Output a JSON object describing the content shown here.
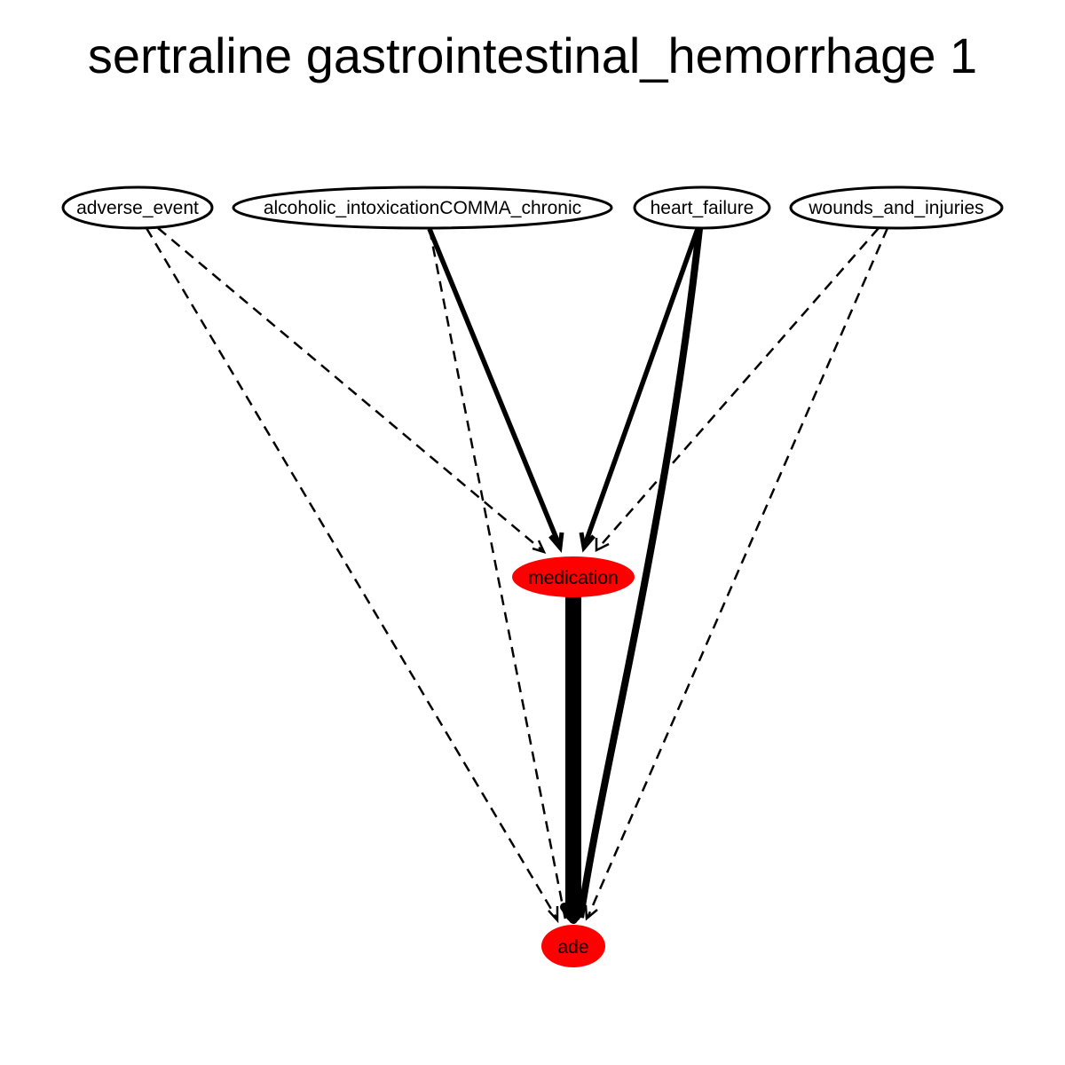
{
  "title": "sertraline gastrointestinal_hemorrhage 1",
  "nodes": [
    {
      "id": "adverse_event",
      "label": "adverse_event",
      "highlight": false
    },
    {
      "id": "alcoholic",
      "label": "alcoholic_intoxicationCOMMA_chronic",
      "highlight": false
    },
    {
      "id": "heart_failure",
      "label": "heart_failure",
      "highlight": false
    },
    {
      "id": "wounds",
      "label": "wounds_and_injuries",
      "highlight": false
    },
    {
      "id": "medication",
      "label": "medication",
      "highlight": true
    },
    {
      "id": "ade",
      "label": "ade",
      "highlight": true
    }
  ],
  "edges": [
    {
      "from": "adverse_event",
      "to": "medication",
      "style": "dashed"
    },
    {
      "from": "adverse_event",
      "to": "ade",
      "style": "dashed"
    },
    {
      "from": "alcoholic",
      "to": "medication",
      "style": "solid"
    },
    {
      "from": "alcoholic",
      "to": "ade",
      "style": "dashed"
    },
    {
      "from": "heart_failure",
      "to": "medication",
      "style": "solid"
    },
    {
      "from": "heart_failure",
      "to": "ade",
      "style": "solid"
    },
    {
      "from": "wounds",
      "to": "medication",
      "style": "dashed"
    },
    {
      "from": "wounds",
      "to": "ade",
      "style": "dashed"
    },
    {
      "from": "medication",
      "to": "ade",
      "style": "solid"
    }
  ],
  "colors": {
    "highlight": "#ff0000",
    "stroke": "#000000"
  }
}
